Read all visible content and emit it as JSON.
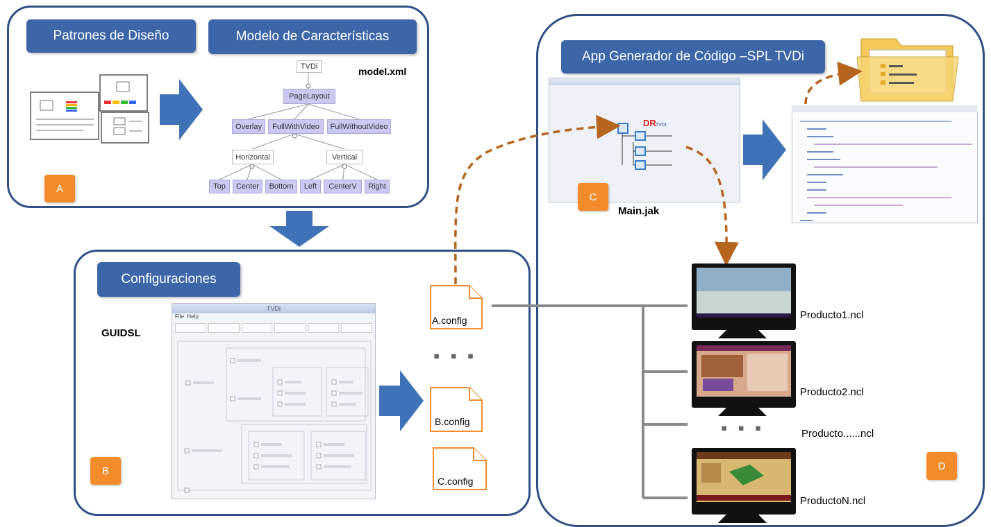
{
  "panel_a": {
    "title_patrones": "Patrones de Diseño",
    "title_modelo": "Modelo de Características",
    "model_file": "model.xml",
    "badge": "A",
    "feature_tree": {
      "root": "TVDi",
      "level1": "PageLayout",
      "level2": [
        "Overlay",
        "FullWithVideo",
        "FullWithoutVideo"
      ],
      "level3": [
        "Horizontal",
        "Vertical"
      ],
      "level4": [
        "Top",
        "Center",
        "Bottom",
        "Left",
        "CenterV",
        "Right"
      ]
    }
  },
  "panel_b": {
    "title": "Configuraciones",
    "tool_label": "GUIDSL",
    "badge": "B",
    "configs": [
      "A.config",
      "B.config",
      "C.config"
    ],
    "ellipsis": "▪ ▪ ▪",
    "window_title": "TVDi",
    "window_menu": [
      "File",
      "Help"
    ]
  },
  "panel_c": {
    "title": "App Generador de Código –SPL TVDi",
    "main_file": "Main.jak",
    "badge": "C"
  },
  "panel_d": {
    "badge": "D",
    "products": [
      "Producto1.ncl",
      "Producto2.ncl",
      "Producto......ncl",
      "ProductoN.ncl"
    ],
    "ellipsis": "▪ ▪ ▪"
  },
  "colors": {
    "panel_border": "#2f4f86",
    "title_fill": "#3c66a8",
    "badge_fill": "#f28c2a",
    "arrow_fill": "#3f72b6",
    "dashed_arrow": "#b5651d",
    "tree_node": "#c9c9f2"
  }
}
